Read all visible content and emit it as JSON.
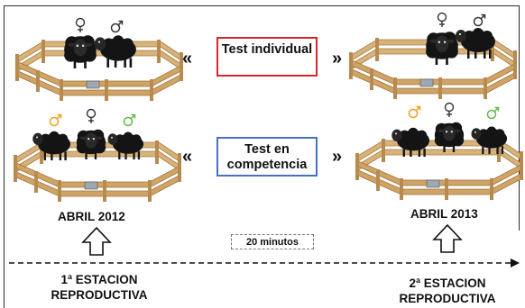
{
  "tests": {
    "individual": "Test individual",
    "competition": "Test en competencia"
  },
  "chevrons": {
    "left": "«",
    "right": "»"
  },
  "timeline": {
    "start_year": "ABRIL 2012",
    "end_year": "ABRIL 2013",
    "duration": "20 minutos",
    "start_season_line1": "1ª ESTACION",
    "start_season_line2": "REPRODUCTIVA",
    "end_season_line1": "2ª ESTACION",
    "end_season_line2": "REPRODUCTIVA"
  },
  "colors": {
    "individual_box": "#d9262c",
    "competition_box": "#4a6fc2",
    "fence": "#c8a060",
    "sheep": "#111111",
    "male_symbol_orange": "#f0a020",
    "male_symbol_green": "#62b84a",
    "symbol_dark": "#333333"
  },
  "icons": [
    "female-symbol-icon",
    "male-symbol-icon",
    "sheep-icon",
    "pen-fence-icon",
    "up-arrow-icon"
  ]
}
